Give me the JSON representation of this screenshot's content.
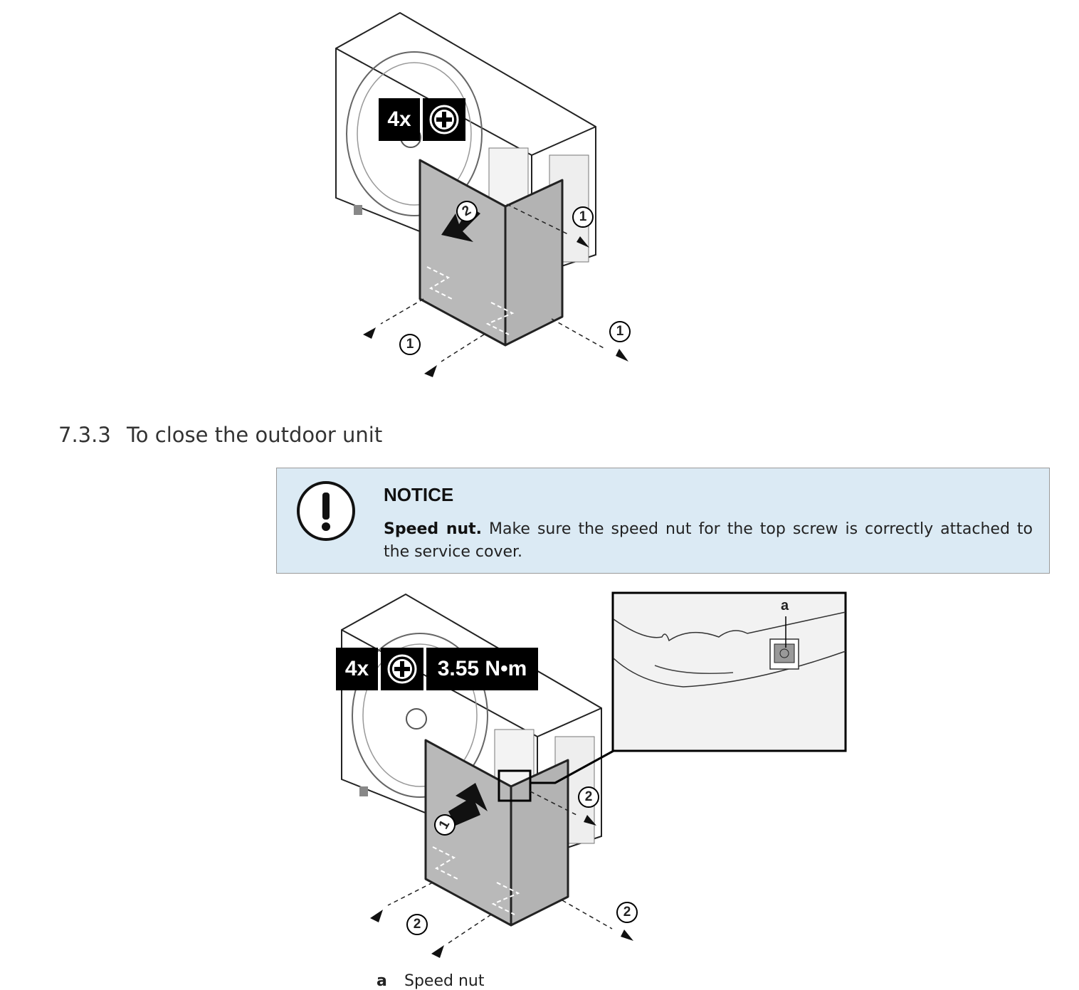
{
  "figure1": {
    "badge_count": "4x",
    "tool_icon": "phillips-screwdriver-icon",
    "callouts": [
      "1",
      "2",
      "1",
      "1"
    ]
  },
  "section": {
    "number": "7.3.3",
    "title": "To close the outdoor unit"
  },
  "notice": {
    "icon": "exclamation-circle-icon",
    "title": "NOTICE",
    "bold_lead": "Speed nut.",
    "text": "Make sure the speed nut for the top screw is correctly attached to the service cover."
  },
  "figure2": {
    "badge_count": "4x",
    "tool_icon": "phillips-screwdriver-icon",
    "torque": "3.55 N•m",
    "callouts": [
      "1",
      "2",
      "2",
      "2"
    ],
    "inset_label": "a"
  },
  "legend": [
    {
      "key": "a",
      "label": "Speed nut"
    }
  ]
}
